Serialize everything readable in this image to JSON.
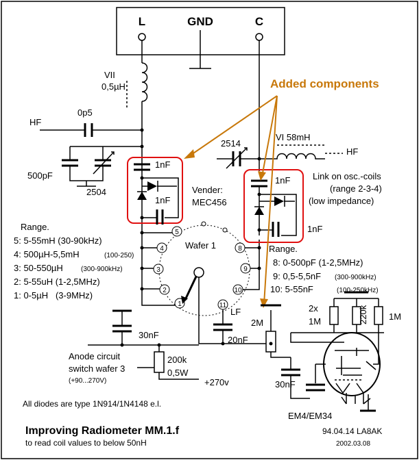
{
  "terminals": {
    "l": "L",
    "gnd": "GND",
    "c": "C"
  },
  "components": {
    "coil_vii_name": "VII",
    "coil_vii_value": "0,5µH",
    "hf_left": "HF",
    "cap_0p5": "0p5",
    "cap_500pf": "500pF",
    "trimmer_2504": "2504",
    "trimmer_2514": "2514",
    "coil_vi": "VI 58mH",
    "hf_right": "HF",
    "link_note": [
      "Link on osc.-coils",
      "(range 2-3-4)",
      "(low impedance)"
    ],
    "added_left_cap_top": "1nF",
    "added_left_cap_bottom": "1nF",
    "added_right_cap_top": "1nF",
    "added_right_cap_bottom": "1nF",
    "vender_line1": "Vender:",
    "vender_line2": "MEC456",
    "wafer_label": "Wafer 1",
    "lf": "LF",
    "cap_30nf_left": "30nF",
    "cap_20nf": "20nF",
    "res_2m": "2M",
    "res_2x1m_a": "2x",
    "res_2x1m_b": "1M",
    "res_220k": "220k",
    "res_1m": "1M",
    "cap_30nf_bottom": "30nF",
    "anode_line1": "Anode circuit",
    "anode_line2": "switch wafer 3",
    "anode_line3": "(+90...270V)",
    "res_200k": "200k",
    "res_0_5w": "0,5W",
    "supply": "+270v",
    "tube": "EM4/EM34"
  },
  "wafer_positions": [
    "1",
    "2",
    "3",
    "4",
    "5",
    "8",
    "9",
    "10",
    "11"
  ],
  "added_components_label": "Added components",
  "range_left": {
    "title": "Range.",
    "items": [
      {
        "main": "5: 5-55mH (30-90kHz)",
        "note": ""
      },
      {
        "main": "4: 500µH-5,5mH",
        "note": "(100-250)"
      },
      {
        "main": "3: 50-550µH",
        "note": "(300-900kHz)"
      },
      {
        "main": "2: 5-55uH (1-2,5MHz)",
        "note": ""
      },
      {
        "main": "1: 0-5µH   (3-9MHz)",
        "note": ""
      }
    ]
  },
  "range_right": {
    "title": "Range.",
    "items": [
      {
        "main": "8: 0-500pF (1-2,5MHz)",
        "note": ""
      },
      {
        "main": "9: 0,5-5,5nF",
        "note": "(300-900kHz)"
      },
      {
        "main": "10: 5-55nF",
        "note": "(100-250kHz)"
      }
    ]
  },
  "footer": {
    "diodes_note": "All diodes are type 1N914/1N4148 e.l.",
    "title": "Improving Radiometer MM.1.f",
    "subtitle": "to read coil values to below 50nH",
    "date1": "94.04.14 LA8AK",
    "date2": "2002.03.08"
  },
  "colors": {
    "annotation": "#c8780a",
    "highlight_box": "#e01010"
  }
}
